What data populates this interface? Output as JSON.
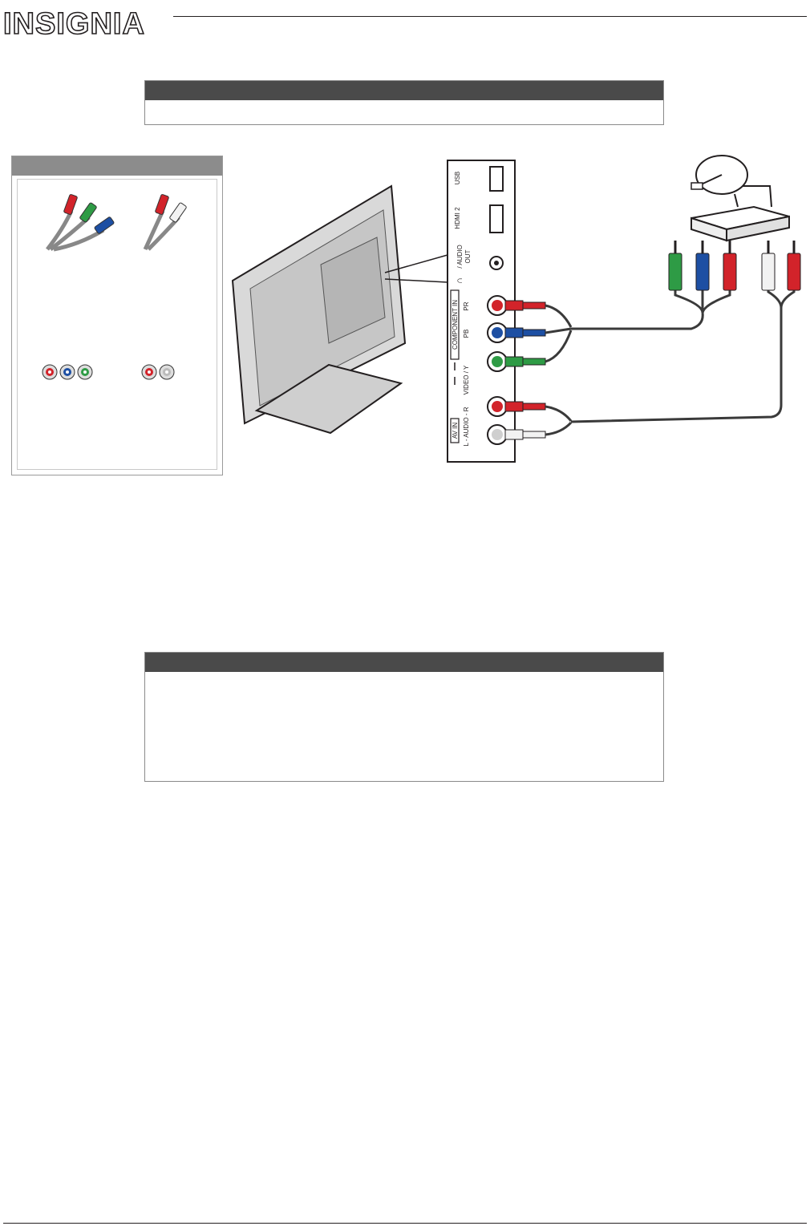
{
  "brand": {
    "logo_text": "INSIGNIA"
  },
  "note_box_top": {
    "header": "",
    "body": ""
  },
  "note_box_bottom": {
    "header": "",
    "body": ""
  },
  "cables_panel": {
    "header": "",
    "items": [
      {
        "name": "component-cable"
      },
      {
        "name": "audio-cable"
      }
    ]
  },
  "tv_panel": {
    "usb": "USB",
    "hdmi2": "HDMI 2",
    "audio_out": "/ AUDIO\nOUT",
    "component_in": "COMPONENT IN",
    "pr": "PR",
    "pb": "PB",
    "video_y": "VIDEO / Y",
    "av_in": "AV IN",
    "audio_lr": "L - AUDIO - R"
  },
  "colors": {
    "red": "#d2232a",
    "blue": "#1d4fa3",
    "green": "#2e9b45",
    "white": "#e6e6e6",
    "dark_header": "#4a4a4a",
    "grey_header": "#8c8c8c",
    "cable": "#3a3a3a"
  }
}
